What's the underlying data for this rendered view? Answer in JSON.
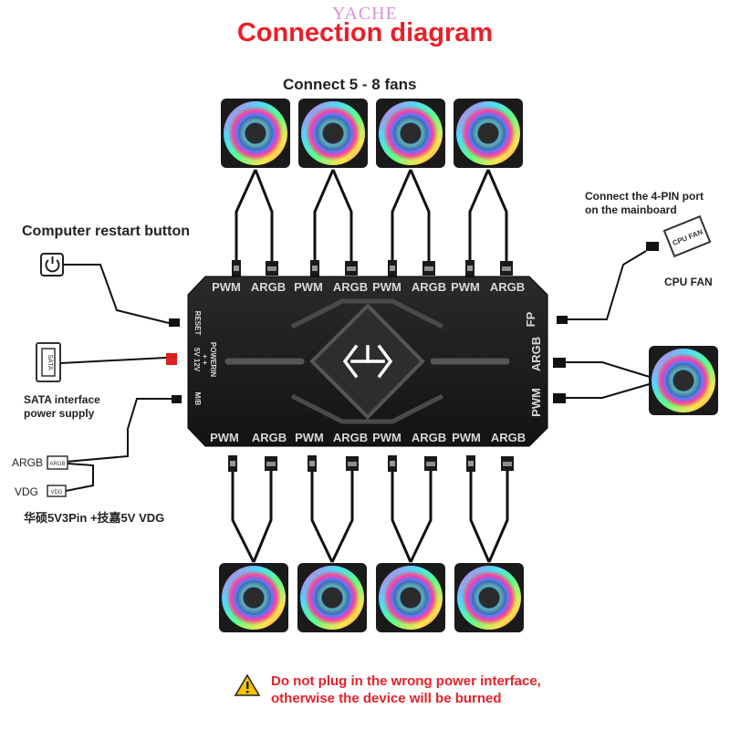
{
  "watermark": "YACHE",
  "title": "Connection diagram",
  "subtitle": "Connect 5 - 8 fans",
  "restart_label": "Computer restart button",
  "sata_label": [
    "SATA interface",
    "power supply"
  ],
  "argb_side_label": "ARGB",
  "vdg_side_label": "VDG",
  "chinese_label": "华硕5V3Pin +技嘉5V VDG",
  "mainboard_label": [
    "Connect the 4-PIN port",
    "on the mainboard"
  ],
  "cpu_fan_label": "CPU FAN",
  "cpu_fan_icon_text": "CPU FAN",
  "sata_icon_text": "SATA",
  "argb_icon_text": "ARGB",
  "vdg_icon_text": "VDG",
  "hub": {
    "top_ports": [
      "PWM",
      "ARGB",
      "PWM",
      "ARGB",
      "PWM",
      "ARGB",
      "PWM",
      "ARGB"
    ],
    "bottom_ports": [
      "PWM",
      "ARGB",
      "PWM",
      "ARGB",
      "PWM",
      "ARGB",
      "PWM",
      "ARGB"
    ],
    "left_ports": [
      "RESET",
      "POWERIN",
      "+  +",
      "5V 12V",
      "M/B"
    ],
    "right_ports": [
      "FP",
      "ARGB",
      "PWM"
    ]
  },
  "warning": [
    "Do not plug in the wrong power interface,",
    "otherwise the device will be burned"
  ],
  "colors": {
    "accent": "#e8202a",
    "hub": "#1c1c1c",
    "wire": "#111111",
    "watermark": "#d77fd0"
  }
}
